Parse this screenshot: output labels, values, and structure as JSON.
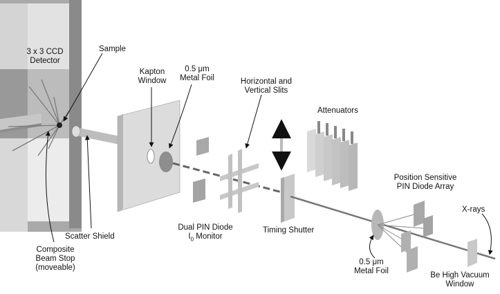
{
  "labels": {
    "ccd_detector": [
      "3 x 3 CCD",
      "Detector"
    ],
    "sample": "Sample",
    "kapton_window": [
      "Kapton",
      "Window"
    ],
    "metal_foil_top": [
      "0.5 μm",
      "Metal Foil"
    ],
    "slits": [
      "Horizontal and",
      "Vertical Slits"
    ],
    "attenuators": "Attenuators",
    "position_sensitive": [
      "Position Sensitive",
      "PIN Diode Array"
    ],
    "xrays": "X-rays",
    "scatter_shield": "Scatter Shield",
    "beam_stop": [
      "Composite",
      "Beam Stop",
      "(moveable)"
    ],
    "dual_pin": [
      "Dual PIN Diode",
      "I",
      "0",
      " Monitor"
    ],
    "timing_shutter": "Timing Shutter",
    "metal_foil_bottom": [
      "0.5 μm",
      "Metal Foil"
    ],
    "be_window": [
      "Be High Vacuum",
      "Window"
    ]
  },
  "colors": {
    "panel_light": "#ececec",
    "panel_mid": "#c9c9c9",
    "panel_dark": "#8f8f8f",
    "beam": "#666666",
    "line": "#222222"
  }
}
